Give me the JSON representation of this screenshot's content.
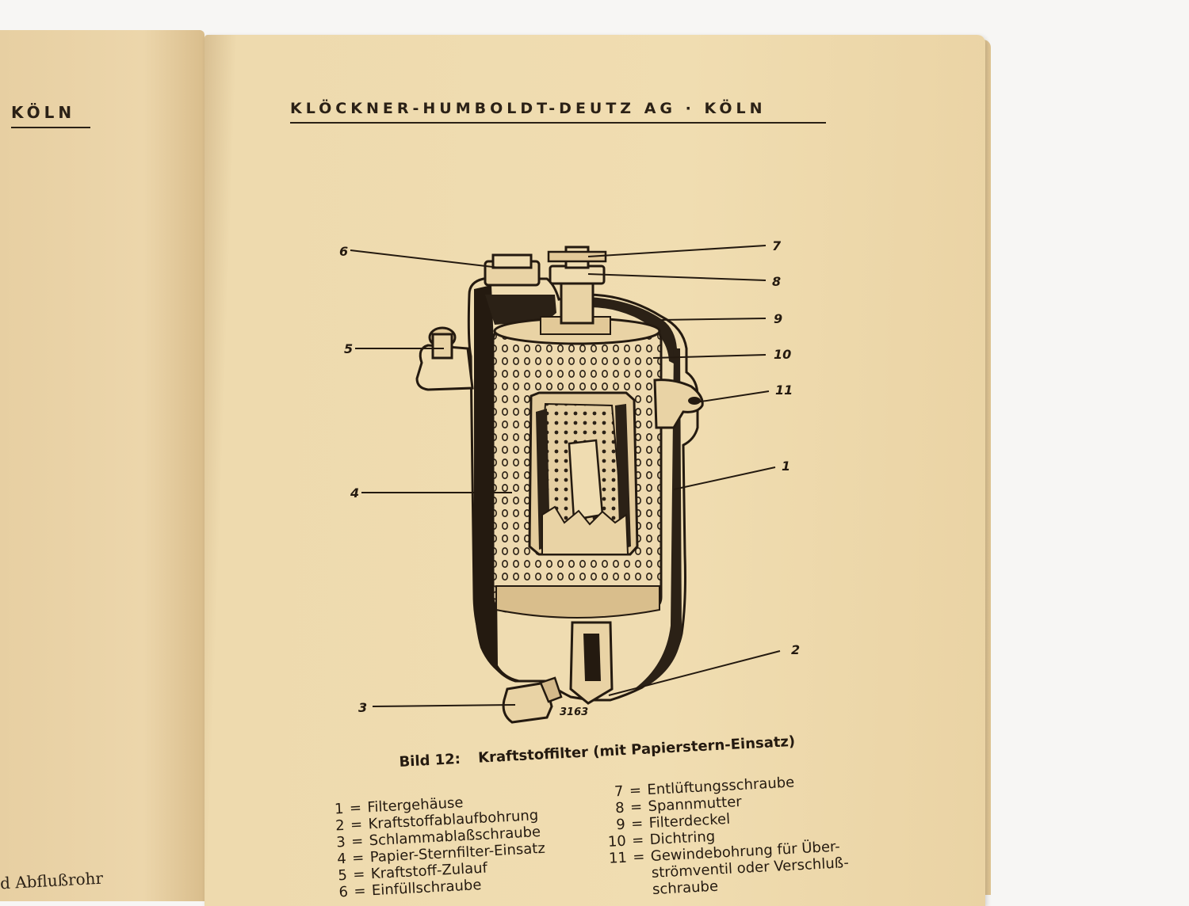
{
  "left_page": {
    "header": "KÖLN",
    "footer_fragment": "d Abflußrohr"
  },
  "right_page": {
    "header": "KLÖCKNER-HUMBOLDT-DEUTZ AG · KÖLN",
    "figure_id": "3163",
    "callouts": [
      "1",
      "2",
      "3",
      "4",
      "5",
      "6",
      "7",
      "8",
      "9",
      "10",
      "11"
    ],
    "caption_number": "Bild 12:",
    "caption_title": "Kraftstoffilter (mit Papierstern-Einsatz)",
    "legend_left": [
      {
        "num": "1",
        "eq": "=",
        "text": "Filtergehäuse"
      },
      {
        "num": "2",
        "eq": "=",
        "text": "Kraftstoffablaufbohrung"
      },
      {
        "num": "3",
        "eq": "=",
        "text": "Schlammablaßschraube"
      },
      {
        "num": "4",
        "eq": "=",
        "text": "Papier-Sternfilter-Einsatz"
      },
      {
        "num": "5",
        "eq": "=",
        "text": "Kraftstoff-Zulauf"
      },
      {
        "num": "6",
        "eq": "=",
        "text": "Einfüllschraube"
      }
    ],
    "legend_right": [
      {
        "num": "7",
        "eq": "=",
        "text": "Entlüftungsschraube"
      },
      {
        "num": "8",
        "eq": "=",
        "text": "Spannmutter"
      },
      {
        "num": "9",
        "eq": "=",
        "text": "Filterdeckel"
      },
      {
        "num": "10",
        "eq": "=",
        "text": "Dichtring"
      },
      {
        "num": "11",
        "eq": "=",
        "text": "Gewindebohrung für Über-"
      }
    ],
    "legend_right_cont": [
      "strömventil oder Verschluß-",
      "schraube"
    ]
  }
}
